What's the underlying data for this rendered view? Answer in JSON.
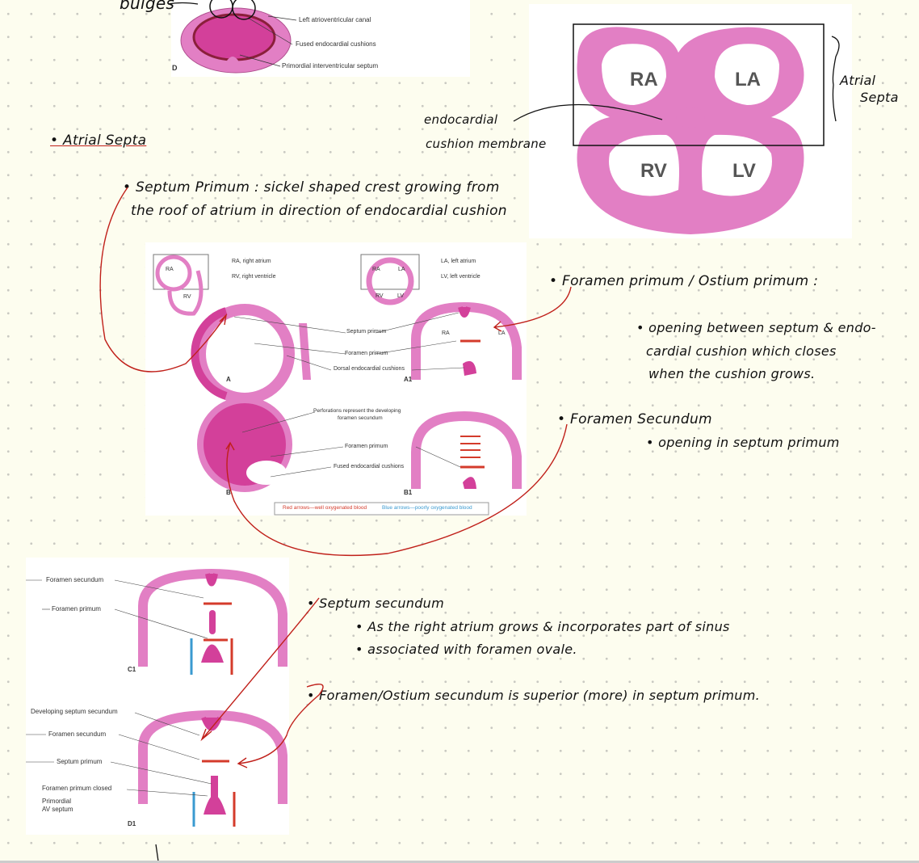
{
  "notes": {
    "bulges": "bulges",
    "heading": "• Atrial Septa",
    "atrial_septa_bracket": [
      "Atrial",
      "Septa"
    ],
    "endocardial_label": [
      "endocardial",
      "cushion membrane"
    ],
    "septum_primum": [
      "• Septum Primum : sickel shaped crest growing from",
      "the roof of atrium in direction of endocardial cushion"
    ],
    "foramen_primum_title": "• Foramen primum / Ostium primum :",
    "foramen_primum_desc": [
      "• opening between septum & endo-",
      "cardial cushion which closes",
      "when the cushion grows."
    ],
    "foramen_secundum_title": "• Foramen Secundum",
    "foramen_secundum_desc": "• opening in septum primum",
    "septum_secundum_title": "• Septum secundum",
    "septum_secundum_desc": [
      "• As the right atrium grows & incorporates part of sinus",
      "• associated with foramen ovale."
    ],
    "ostium_secundum": "• Foramen/Ostium secundum is superior (more) in septum primum."
  },
  "figure_top": {
    "labels": [
      "Left atrioventricular canal",
      "Fused endocardial cushions",
      "Primordial interventricular septum"
    ],
    "panel": "D"
  },
  "figure_heart": {
    "chambers": [
      "RA",
      "LA",
      "RV",
      "LV"
    ]
  },
  "figure_middle": {
    "legend_small": [
      "RA, right atrium",
      "RV, right ventricle",
      "LA, left atrium",
      "LV, left ventricle"
    ],
    "inset_left": [
      "RA",
      "RV"
    ],
    "inset_right": [
      "RA",
      "LA",
      "RV",
      "LV"
    ],
    "labels_a": [
      "Septum primum",
      "Foramen primum",
      "Dorsal endocardial cushions"
    ],
    "labels_b": [
      "Perforations represent the developing",
      "foramen secundum",
      "Foramen primum",
      "Fused endocardial cushions"
    ],
    "chamber_a1": [
      "RA",
      "LA"
    ],
    "panels": [
      "A",
      "A1",
      "B",
      "B1"
    ],
    "legend_red": "Red arrows—well oxygenated blood",
    "legend_blue": "Blue arrows—poorly oxygenated blood"
  },
  "figure_bottom": {
    "labels_c": [
      "Foramen secundum",
      "Foramen primum"
    ],
    "labels_d": [
      "Developing septum secundum",
      "Foramen secundum",
      "Septum primum",
      "Foramen primum closed",
      "Primordial",
      "AV septum"
    ],
    "panels": [
      "C1",
      "D1"
    ]
  },
  "colors": {
    "pink": "#e27fc4",
    "dark_pink": "#d3409a",
    "red": "#d43b2b",
    "blue": "#3a9ad0",
    "ink": "#c0201a"
  }
}
